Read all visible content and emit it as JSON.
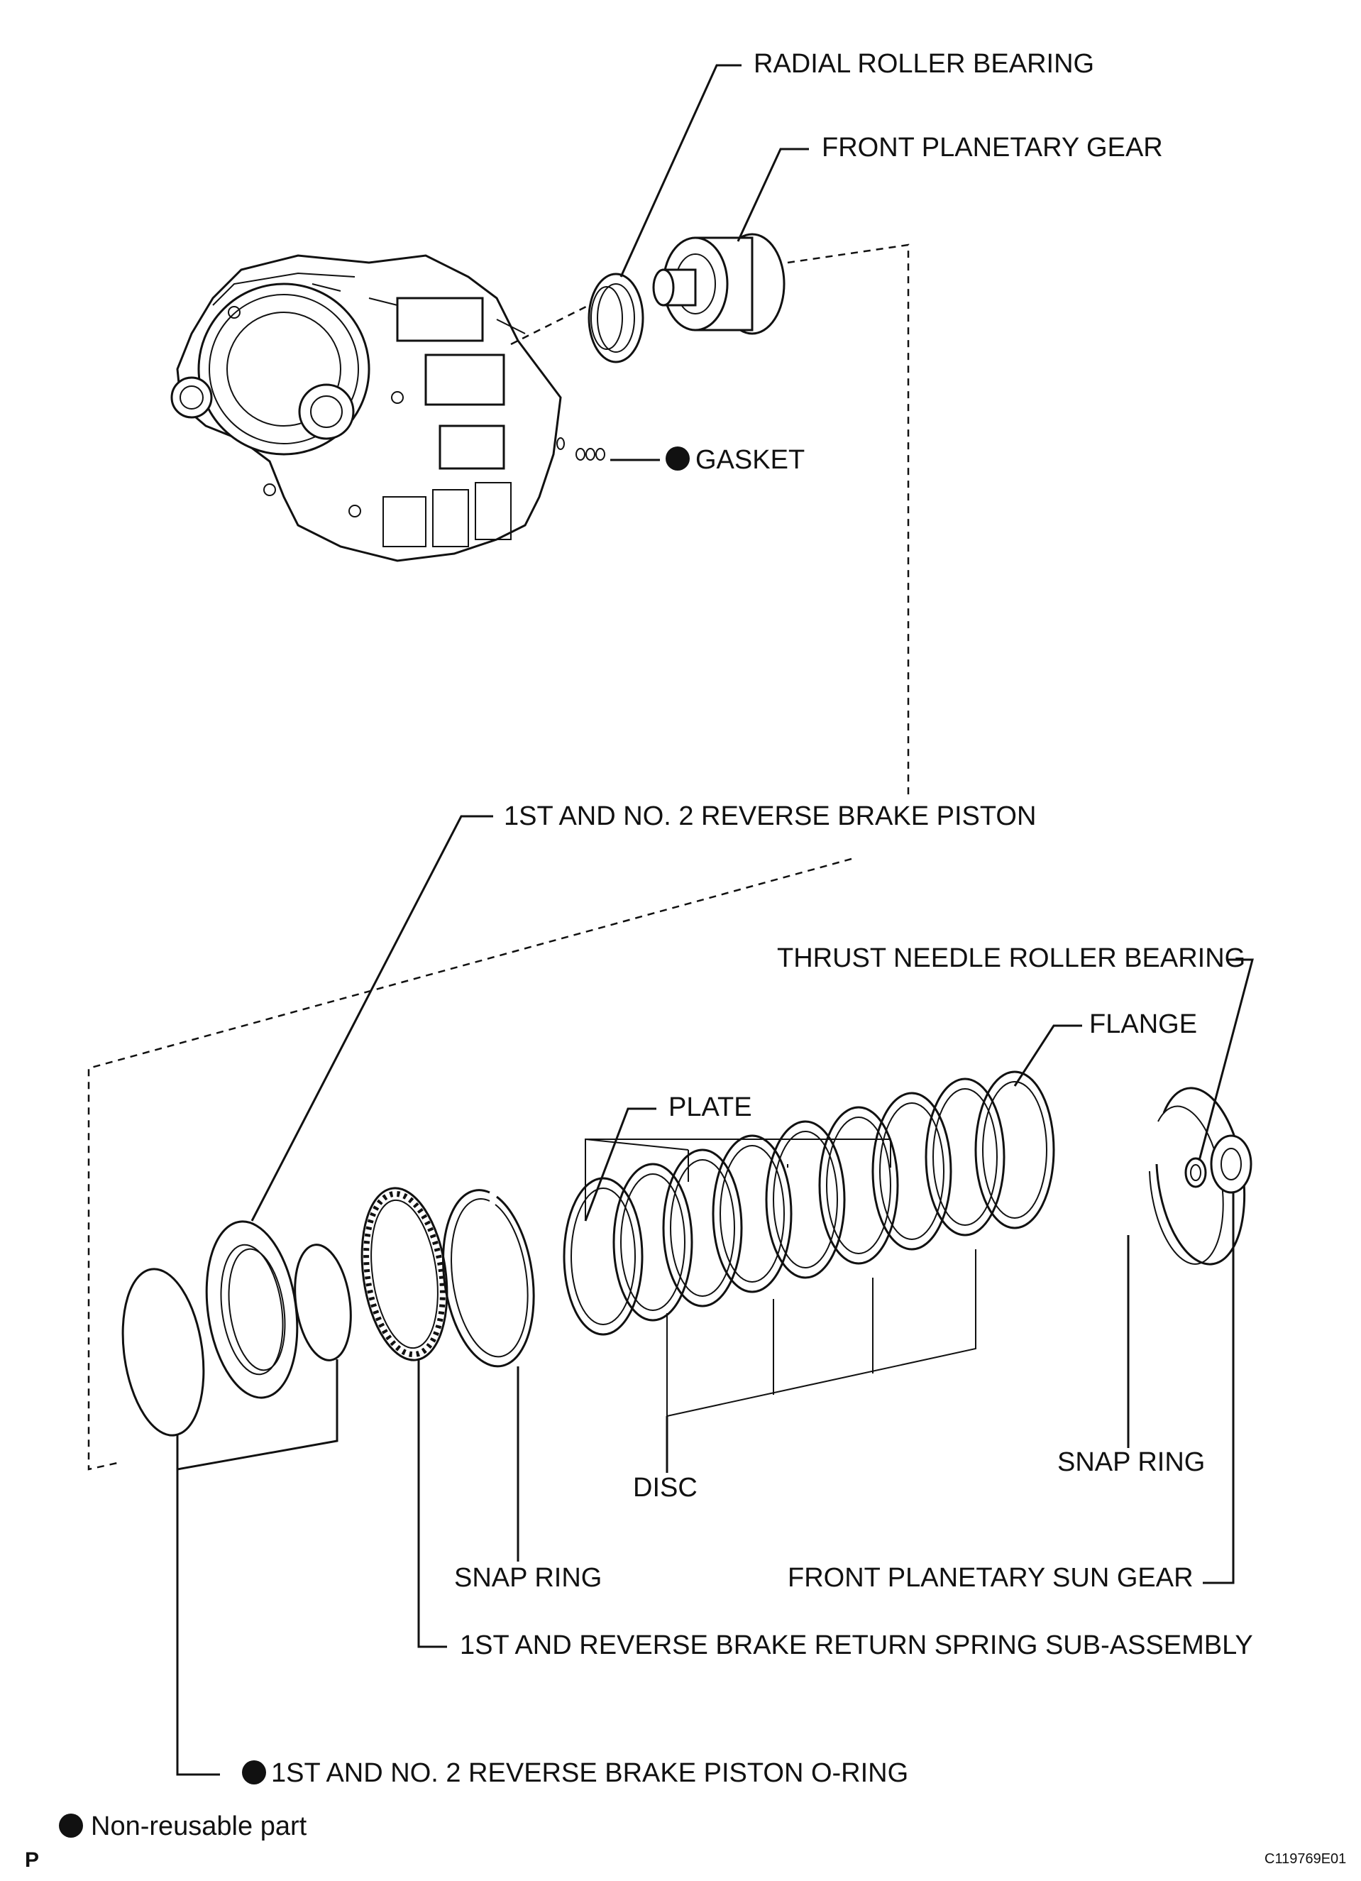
{
  "labels": {
    "radial_roller_bearing": "RADIAL ROLLER BEARING",
    "front_planetary_gear": "FRONT PLANETARY GEAR",
    "gasket": "GASKET",
    "brake_piston": "1ST AND NO. 2 REVERSE BRAKE PISTON",
    "thrust_needle_roller_bearing": "THRUST NEEDLE ROLLER BEARING",
    "flange": "FLANGE",
    "plate": "PLATE",
    "disc": "DISC",
    "snap_ring_right": "SNAP RING",
    "snap_ring_left": "SNAP RING",
    "front_planetary_sun_gear": "FRONT PLANETARY SUN GEAR",
    "return_spring": "1ST AND REVERSE BRAKE RETURN SPRING SUB-ASSEMBLY",
    "piston_o_ring": "1ST AND NO. 2 REVERSE BRAKE PISTON O-RING"
  },
  "legend": {
    "non_reusable": "Non-reusable part"
  },
  "footer": {
    "page_letter": "P",
    "figure_code": "C119769E01"
  },
  "colors": {
    "ink": "#111111",
    "background": "#ffffff"
  }
}
